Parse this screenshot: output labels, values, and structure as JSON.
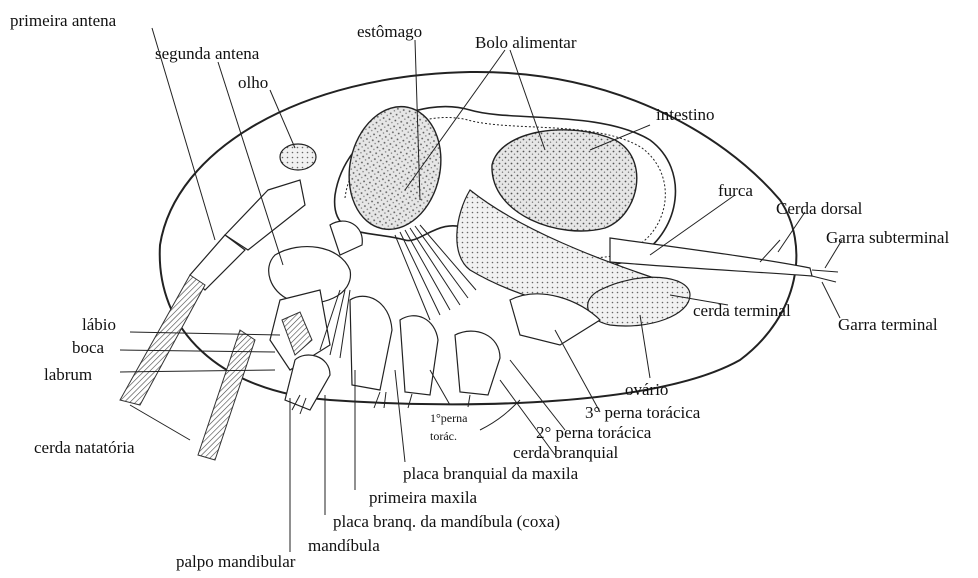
{
  "labels": {
    "primeira_antena": "primeira antena",
    "segunda_antena": "segunda antena",
    "olho": "olho",
    "estomago": "estômago",
    "bolo_alimentar": "Bolo alimentar",
    "intestino": "intestino",
    "furca": "furca",
    "cerda_dorsal": "Cerda dorsal",
    "garra_subterminal": "Garra subterminal",
    "cerda_terminal": "cerda terminal",
    "garra_terminal": "Garra terminal",
    "labio": "lábio",
    "boca": "boca",
    "labrum": "labrum",
    "cerda_natatoria": "cerda natatória",
    "ovario": "ovário",
    "terceira_perna_toracica": "3° perna torácica",
    "segunda_perna_toracica": "2° perna torácica",
    "primeira_perna_toracica_line1": "1°perna",
    "primeira_perna_toracica_line2": "torác.",
    "cerda_branquial": "cerda branquial",
    "placa_branquial_maxila": "placa branquial da maxila",
    "primeira_maxila": "primeira maxila",
    "placa_branq_mandibula": "placa branq. da mandíbula (coxa)",
    "mandibula": "mandíbula",
    "palpo_mandibular": "palpo mandibular"
  }
}
